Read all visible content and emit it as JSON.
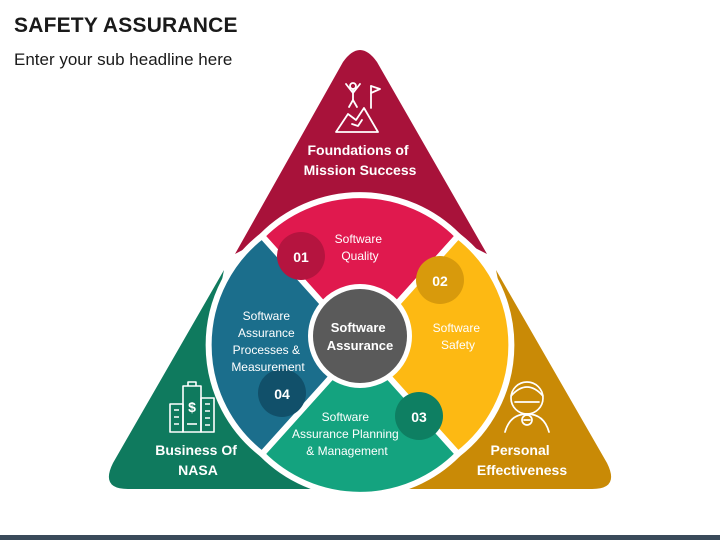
{
  "header": {
    "title": "SAFETY ASSURANCE",
    "subtitle": "Enter your sub headline here"
  },
  "center": {
    "line1": "Software",
    "line2": "Assurance"
  },
  "corners": {
    "top": {
      "line1": "Foundations of",
      "line2": "Mission Success",
      "icon": "summit-flag-icon",
      "color": "#A8123A"
    },
    "left": {
      "line1": "Business Of",
      "line2": "NASA",
      "icon": "office-buildings-icon",
      "color": "#0F7A5E"
    },
    "right": {
      "line1": "Personal",
      "line2": "Effectiveness",
      "icon": "person-thinking-icon",
      "color": "#C98A06"
    }
  },
  "segments": [
    {
      "number": "01",
      "lines": [
        "Software",
        "Quality"
      ],
      "color": "#E0194E"
    },
    {
      "number": "02",
      "lines": [
        "Software",
        "Safety"
      ],
      "color": "#FDB913"
    },
    {
      "number": "03",
      "lines": [
        "Software",
        "Assurance Planning",
        "& Management"
      ],
      "color": "#14A37F"
    },
    {
      "number": "04",
      "lines": [
        "Software",
        "Assurance",
        "Processes &",
        "Measurement"
      ],
      "color": "#1B6E8C"
    }
  ]
}
